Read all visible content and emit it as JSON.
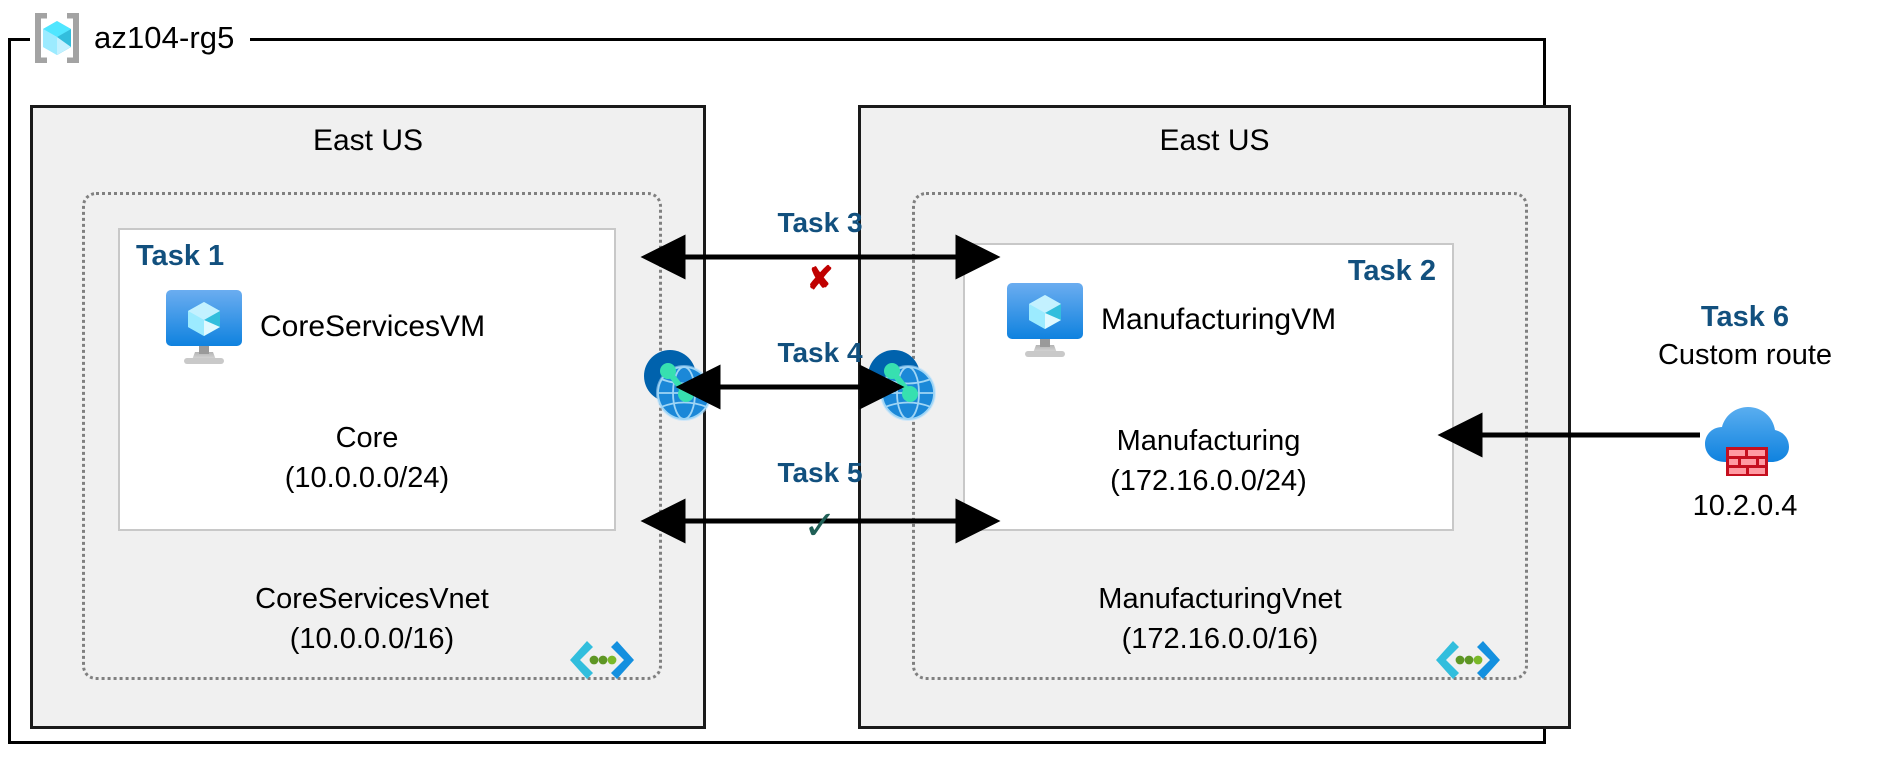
{
  "diagram": {
    "title": "az104-rg5",
    "resource_group": {
      "name": "az104-rg5",
      "icon": "resource-group-icon"
    },
    "regions": [
      {
        "id": "left",
        "label": "East US"
      },
      {
        "id": "right",
        "label": "East US"
      }
    ],
    "vnets": [
      {
        "id": "core",
        "name": "CoreServicesVnet",
        "address_space": "(10.0.0.0/16)",
        "icon": "vnet-code-icon",
        "region": "East US",
        "subnet": {
          "name": "Core",
          "address_space": "(10.0.0.0/24)",
          "task_tag": "Task 1",
          "vm": {
            "name": "CoreServicesVM",
            "icon": "virtual-machine-icon"
          }
        },
        "peering_icon": "vnet-peering-icon"
      },
      {
        "id": "manufacturing",
        "name": "ManufacturingVnet",
        "address_space": "(172.16.0.0/16)",
        "icon": "vnet-code-icon",
        "region": "East US",
        "subnet": {
          "name": "Manufacturing",
          "address_space": "(172.16.0.0/24)",
          "task_tag": "Task 2",
          "vm": {
            "name": "ManufacturingVM",
            "icon": "virtual-machine-icon"
          }
        },
        "peering_icon": "vnet-peering-icon"
      }
    ],
    "center_tasks": [
      {
        "id": "task3",
        "label": "Task 3",
        "mark": "✘",
        "mark_type": "x",
        "arrow": "double-opposed"
      },
      {
        "id": "task4",
        "label": "Task 4",
        "mark": "",
        "mark_type": "none",
        "arrow": "double-headed"
      },
      {
        "id": "task5",
        "label": "Task 5",
        "mark": "✓",
        "mark_type": "check",
        "arrow": "double-opposed"
      }
    ],
    "task6": {
      "tag": "Task 6",
      "subtitle": "Custom route",
      "icon": "firewall-icon",
      "ip": "10.2.0.4",
      "arrow": "left-arrow"
    },
    "colors": {
      "task_blue": "#12507e",
      "mark_red": "#c00000",
      "mark_green": "#1f5f56",
      "region_fill": "#f0f0f0",
      "vnet_border": "#808080",
      "azure_blue": "#0078d4",
      "azure_cyan": "#50e6ff",
      "firewall_red": "#e81123"
    }
  }
}
